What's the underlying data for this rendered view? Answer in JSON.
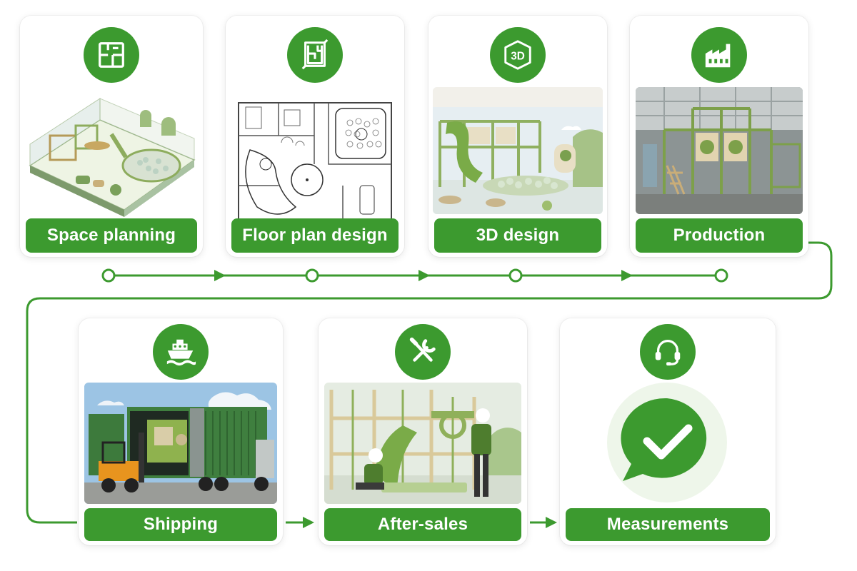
{
  "theme": {
    "accent": "#3c9a2f",
    "accent_dark": "#2e7d24",
    "light_green": "#eef6ea",
    "line": "#3c9a2f"
  },
  "steps": [
    {
      "label": "Space planning",
      "icon": "floor-layout-icon",
      "picture": "isometric-playground-illustration"
    },
    {
      "label": "Floor plan design",
      "icon": "blueprint-icon",
      "picture": "floor-plan-drawing"
    },
    {
      "label": "3D design",
      "icon": "3d-cube-icon",
      "icon_text": "3D",
      "picture": "3d-rendering-indoor-playground"
    },
    {
      "label": "Production",
      "icon": "factory-icon",
      "picture": "factory-production-photo"
    },
    {
      "label": "Shipping",
      "icon": "ship-icon",
      "picture": "container-loading-photo"
    },
    {
      "label": "After-sales",
      "icon": "wrench-screwdriver-icon",
      "picture": "installation-workers-photo"
    },
    {
      "label": "Measurements",
      "icon": "headset-icon",
      "picture": "chat-check-illustration"
    }
  ]
}
